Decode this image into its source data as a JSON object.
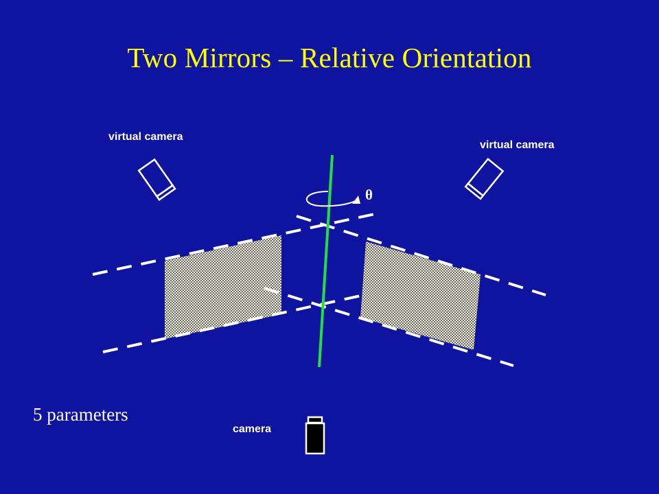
{
  "slide": {
    "title": "Two Mirrors – Relative Orientation",
    "parameters_text": "5 parameters"
  },
  "labels": {
    "virtual_camera_left": "virtual camera",
    "virtual_camera_right": "virtual camera",
    "camera": "camera",
    "rotation_angle": "θ"
  },
  "colors": {
    "background": "#0f14a0",
    "title": "#ffff00",
    "text": "#ffffff",
    "rotation_axis": "#22dd44",
    "dashed_lines": "#ffffff",
    "mirror_fill": "#f0f0d0",
    "camera_body": "#000000"
  }
}
